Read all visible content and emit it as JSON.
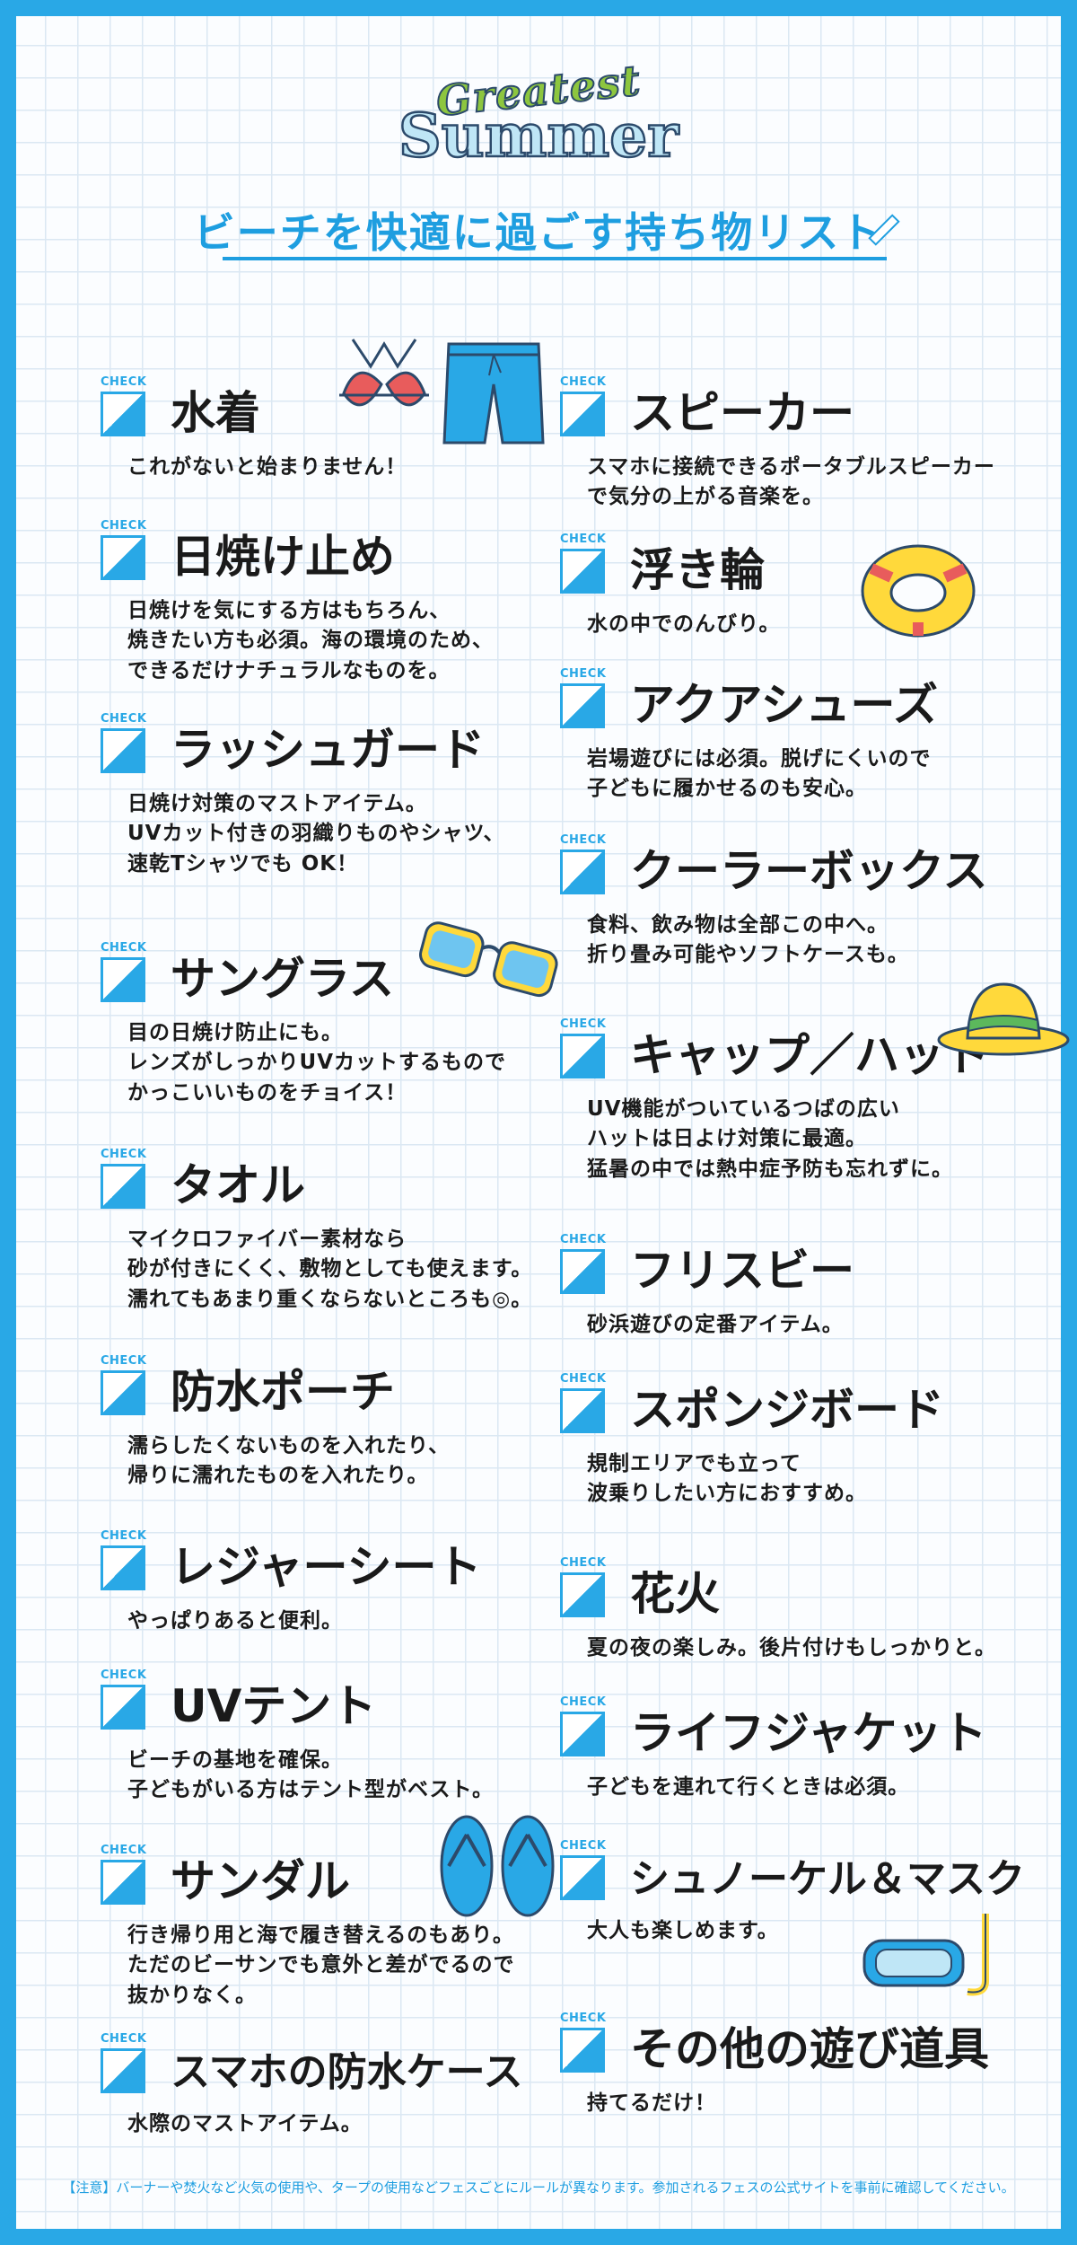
{
  "logo": {
    "line1": "Greatest",
    "line2": "Summer"
  },
  "subtitle": "ビーチを快適に過ごす持ち物リスト",
  "check_label": "CHECK",
  "left_items": [
    {
      "title": "水着",
      "desc": "これがないと始まりません！"
    },
    {
      "title": "日焼け止め",
      "desc": "日焼けを気にする方はもちろん、\n焼きたい方も必須。海の環境のため、\nできるだけナチュラルなものを。"
    },
    {
      "title": "ラッシュガード",
      "desc": "日焼け対策のマストアイテム。\nUVカット付きの羽織りものやシャツ、\n速乾Tシャツでも OK！"
    },
    {
      "title": "サングラス",
      "desc": "目の日焼け防止にも。\nレンズがしっかりUVカットするもので\nかっこいいものをチョイス！"
    },
    {
      "title": "タオル",
      "desc": "マイクロファイバー素材なら\n砂が付きにくく、敷物としても使えます。\n濡れてもあまり重くならないところも◎。"
    },
    {
      "title": "防水ポーチ",
      "desc": "濡らしたくないものを入れたり、\n帰りに濡れたものを入れたり。"
    },
    {
      "title": "レジャーシート",
      "desc": "やっぱりあると便利。"
    },
    {
      "title": "UVテント",
      "desc": "ビーチの基地を確保。\n子どもがいる方はテント型がベスト。"
    },
    {
      "title": "サンダル",
      "desc": "行き帰り用と海で履き替えるのもあり。\nただのビーサンでも意外と差がでるので\n抜かりなく。"
    },
    {
      "title": "スマホの防水ケース",
      "desc": "水際のマストアイテム。"
    }
  ],
  "right_items": [
    {
      "title": "スピーカー",
      "desc": "スマホに接続できるポータブルスピーカー\nで気分の上がる音楽を。"
    },
    {
      "title": "浮き輪",
      "desc": "水の中でのんびり。"
    },
    {
      "title": "アクアシューズ",
      "desc": "岩場遊びには必須。脱げにくいので\n子どもに履かせるのも安心。"
    },
    {
      "title": "クーラーボックス",
      "desc": "食料、飲み物は全部この中へ。\n折り畳み可能やソフトケースも。"
    },
    {
      "title": "キャップ／ハット",
      "desc": "UV機能がついているつばの広い\nハットは日よけ対策に最適。\n猛暑の中では熱中症予防も忘れずに。"
    },
    {
      "title": "フリスビー",
      "desc": "砂浜遊びの定番アイテム。"
    },
    {
      "title": "スポンジボード",
      "desc": "規制エリアでも立って\n波乗りしたい方におすすめ。"
    },
    {
      "title": "花火",
      "desc": "夏の夜の楽しみ。後片付けもしっかりと。"
    },
    {
      "title": "ライフジャケット",
      "desc": "子どもを連れて行くときは必須。"
    },
    {
      "title": "シュノーケル＆マスク",
      "desc": "大人も楽しめます。"
    },
    {
      "title": "その他の遊び道具",
      "desc": "持てるだけ！"
    }
  ],
  "footer": "【注意】バーナーや焚火など火気の使用や、タープの使用などフェスごとにルールが異なります。参加されるフェスの公式サイトを事前に確認してください。",
  "icons": [
    "bikini-icon",
    "swim-shorts-icon",
    "swim-ring-icon",
    "sunglasses-icon",
    "straw-hat-icon",
    "flip-flops-icon",
    "snorkel-mask-icon"
  ],
  "colors": {
    "accent": "#29a8e6",
    "border": "#29a8e6",
    "text": "#1a1a1a"
  }
}
